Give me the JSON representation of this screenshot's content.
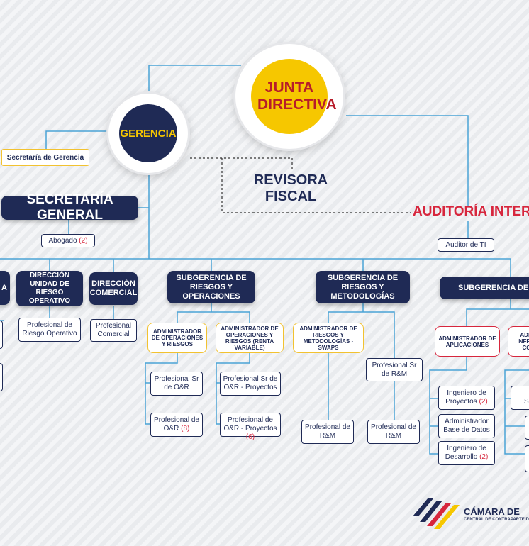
{
  "top": {
    "junta": "JUNTA DIRECTIVA",
    "gerencia": "GERENCIA",
    "secretaria_gerencia": "Secretaría de Gerencia",
    "revisora": "REVISORA FISCAL",
    "auditoria": "AUDITORÍA INTERNA",
    "auditor_ti": "Auditor de TI",
    "secretaria_general": "SECRETARÍA GENERAL",
    "abogado": "Abogado",
    "abogado_count": "(2)"
  },
  "areas": {
    "partial_left": "A",
    "direccion_riesgo": "DIRECCIÓN UNIDAD DE RIESGO OPERATIVO",
    "direccion_comercial": "DIRECCIÓN COMERCIAL",
    "sub_riesgos_operaciones": "SUBGERENCIA DE RIESGOS Y OPERACIONES",
    "sub_riesgos_metodologias": "SUBGERENCIA DE RIESGOS Y METODOLOGÍAS",
    "sub_tecnologia": "SUBGERENCIA DE TECN"
  },
  "roles": {
    "prof_riesgo_operativo": "Profesional de Riesgo Operativo",
    "prof_comercial": "Profesional Comercial",
    "admin_oper_riesgos": "ADMINISTRADOR DE OPERACIONES Y RIESGOS",
    "admin_oper_rv": "ADMINISTRADOR DE OPERACIONES Y RIESGOS (RENTA VARIABLE)",
    "prof_sr_or": "Profesional Sr de O&R",
    "prof_or": "Profesional de O&R",
    "prof_or_count": "(8)",
    "prof_sr_or_proy": "Profesional Sr de O&R - Proyectos",
    "prof_or_proy": "Profesional de O&R - Proyectos",
    "prof_or_proy_count": "(6)",
    "admin_rm_swaps": "ADMINISTRADOR DE RIESGOS Y METODOLOGÍAS - SWAPS",
    "prof_sr_rm": "Profesional Sr de R&M",
    "prof_rm_a": "Profesional de R&M",
    "prof_rm_b": "Profesional de R&M",
    "admin_aplicaciones": "ADMINISTRADOR DE APLICACIONES",
    "admin_infra": "ADM INFR Y CO",
    "ing_proyectos": "Ingeniero de Proyectos",
    "ing_proyectos_count": "(2)",
    "admin_bd": "Administrador Base de Datos",
    "ing_desarrollo": "Ingeniero de Desarrollo",
    "ing_desarrollo_count": "(2)",
    "ing_soporte": "In Sopo"
  },
  "logo": {
    "name": "CÁMARA DE",
    "tagline": "CENTRAL DE CONTRAPARTE D"
  },
  "colors": {
    "navy": "#1f2a55",
    "yellow": "#f2c230",
    "red": "#d7263d",
    "line": "#4aa3d6"
  }
}
